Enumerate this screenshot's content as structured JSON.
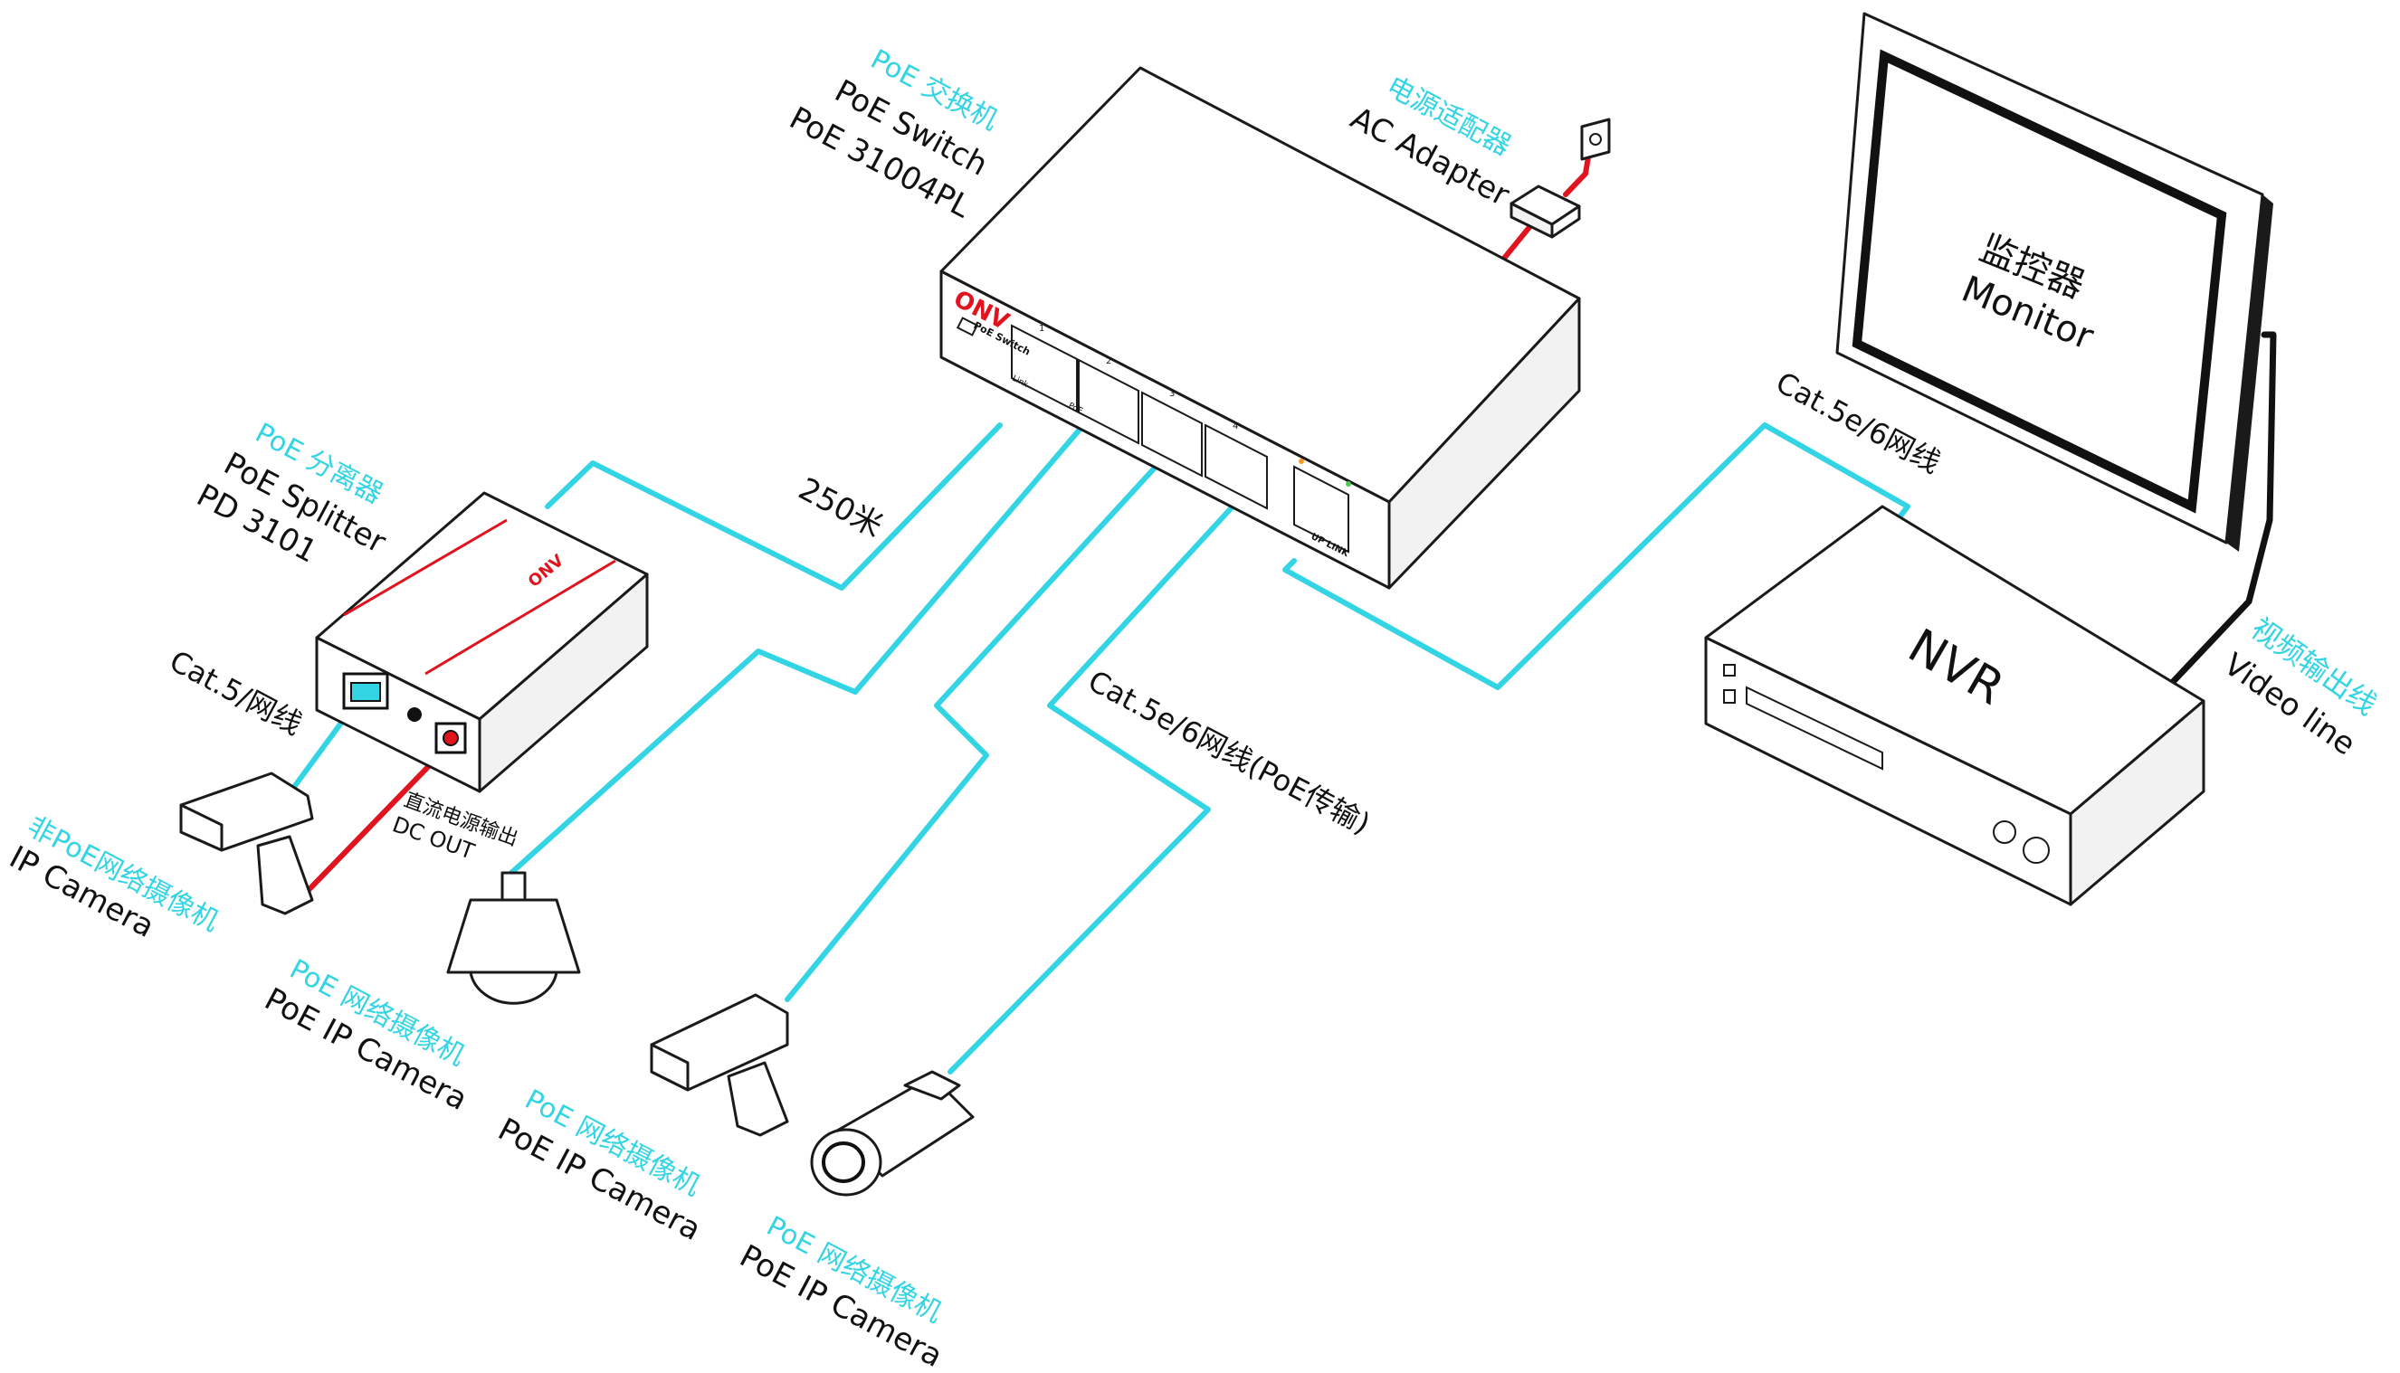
{
  "poe_switch": {
    "label_cn": "PoE 交换机",
    "label_en": "PoE Switch",
    "model": "PoE 31004PL",
    "brand": "ONV",
    "panel_title": "PoE Switch",
    "port_numbers": [
      "1",
      "2",
      "3",
      "4"
    ],
    "link_label": "Link",
    "poe_label": "PoE",
    "uplink_label": "UP LINK"
  },
  "ac_adapter": {
    "label_cn": "电源适配器",
    "label_en": "AC Adapter"
  },
  "monitor": {
    "label_cn": "监控器",
    "label_en": "Monitor"
  },
  "nvr": {
    "label": "NVR"
  },
  "video_line": {
    "label_cn": "视频输出线",
    "label_en": "Video line"
  },
  "splitter": {
    "label_cn": "PoE 分离器",
    "label_en": "PoE Splitter",
    "model": "PD 3101",
    "brand": "ONV",
    "dc_out_cn": "直流电源输出",
    "dc_out_en": "DC OUT"
  },
  "cables": {
    "distance": "250米",
    "cat5": "Cat.5/网线",
    "cat5e_nvr": "Cat.5e/6网线",
    "cat5e_poe": "Cat.5e/6网线(PoE传输)"
  },
  "cameras": [
    {
      "label_cn": "非PoE网络摄像机",
      "label_en": "IP Camera"
    },
    {
      "label_cn": "PoE 网络摄像机",
      "label_en": "PoE IP Camera"
    },
    {
      "label_cn": "PoE 网络摄像机",
      "label_en": "PoE IP Camera"
    },
    {
      "label_cn": "PoE 网络摄像机",
      "label_en": "PoE IP Camera"
    }
  ],
  "colors": {
    "cable": "#33d4e4",
    "power": "#e0141e",
    "label_cn": "#33d4e4",
    "label_en": "#111111"
  }
}
